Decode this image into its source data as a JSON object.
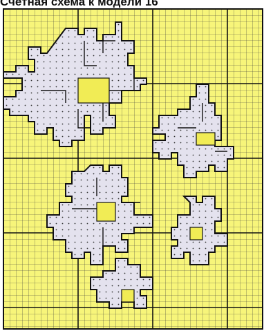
{
  "title": "Счетная схема к модели 16",
  "colors": {
    "background_fill": "#f7f57a",
    "petal_fill": "#e4e2ee",
    "center_fill": "#f1ec55",
    "grid_line": "#2a2a2a",
    "stitch_dot": "#333333"
  },
  "motifs": [
    {
      "name": "large-flower",
      "kind": "flower"
    },
    {
      "name": "right-flower",
      "kind": "flower"
    },
    {
      "name": "middle-flower",
      "kind": "flower"
    },
    {
      "name": "small-flower",
      "kind": "flower"
    },
    {
      "name": "bottom-bud",
      "kind": "bud"
    }
  ]
}
